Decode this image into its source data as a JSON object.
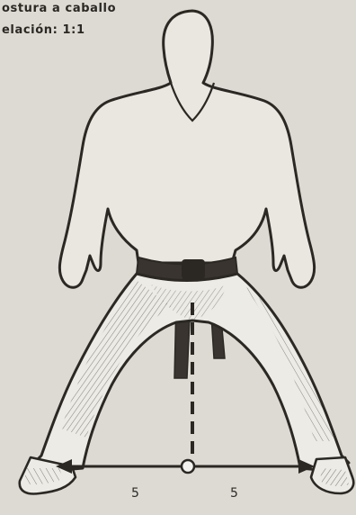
{
  "caption": {
    "stance": "ostura a caballo",
    "ratio": "elación: 1:1"
  },
  "measure": {
    "left_label": "5",
    "right_label": "5"
  },
  "colors": {
    "paper": "#dcdad3",
    "ink": "#2b2824",
    "belt": "#3a3430",
    "skin": "#ecebe6"
  }
}
